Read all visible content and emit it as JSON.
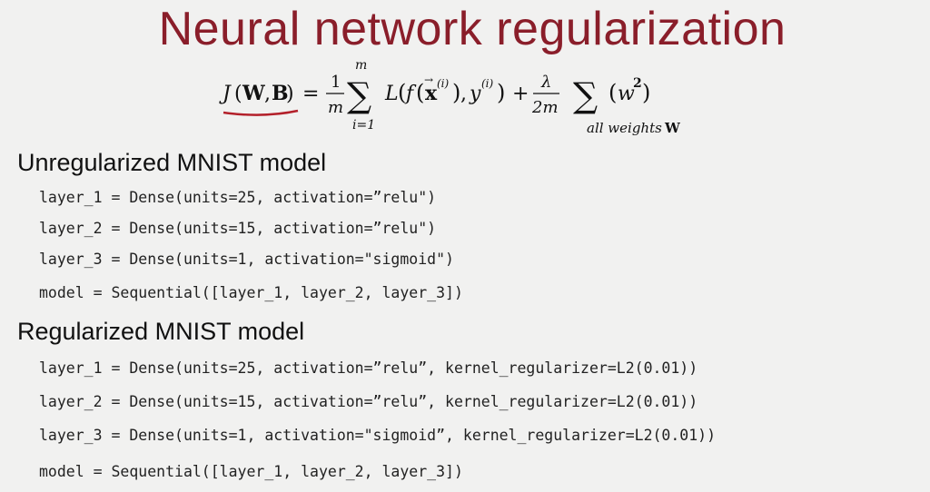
{
  "title": "Neural network regularization",
  "formula": {
    "lhs": "J(W, B)",
    "frac1_num": "1",
    "frac1_den": "m",
    "sum1_top": "m",
    "sum1_bottom": "i=1",
    "loss_term": "L(f(x⃗(i)), y(i))",
    "plus": "+",
    "frac2_num": "λ",
    "frac2_den": "2m",
    "sum2_bottom": "all weights W",
    "reg_term": "(w²)"
  },
  "sections": [
    {
      "heading": "Unregularized MNIST model",
      "lines": [
        "layer_1 = Dense(units=25, activation=”relu\")",
        "layer_2 = Dense(units=15, activation=”relu\")",
        "layer_3 = Dense(units=1, activation=\"sigmoid\")",
        "model = Sequential([layer_1, layer_2, layer_3])"
      ]
    },
    {
      "heading": "Regularized MNIST model",
      "lines": [
        "layer_1 = Dense(units=25, activation=”relu”, kernel_regularizer=L2(0.01))",
        "layer_2 = Dense(units=15, activation=”relu”, kernel_regularizer=L2(0.01))",
        "layer_3 = Dense(units=1, activation=\"sigmoid”, kernel_regularizer=L2(0.01))",
        "model = Sequential([layer_1, layer_2, layer_3])"
      ]
    }
  ],
  "colors": {
    "title": "#8a1e2a",
    "underline": "#b3202a",
    "background": "#f1f1f0"
  }
}
